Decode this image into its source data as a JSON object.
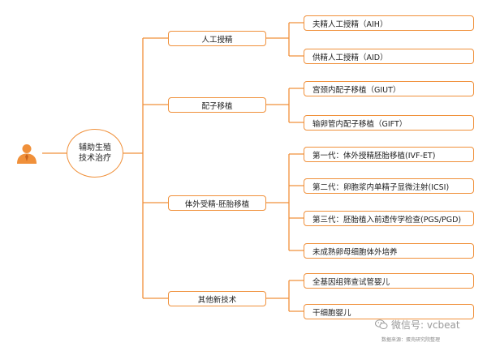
{
  "diagram": {
    "root": {
      "label": "辅助生殖技术治疗"
    },
    "branches": [
      {
        "label": "人工授精",
        "children": [
          {
            "label": "夫精人工授精（AIH）"
          },
          {
            "label": "供精人工授精（AID）"
          }
        ]
      },
      {
        "label": "配子移植",
        "children": [
          {
            "label": "宫颈内配子移植（GIUT）"
          },
          {
            "label": "输卵管内配子移植（GIFT）"
          }
        ]
      },
      {
        "label": "体外受精-胚胎移植",
        "children": [
          {
            "label": "第一代：体外授精胚胎移植(IVF-ET)"
          },
          {
            "label": "第二代：卵胞浆内单精子显微注射(ICSI)"
          },
          {
            "label": "第三代：胚胎植入前遗传学检查(PGS/PGD)"
          },
          {
            "label": "未成熟卵母细胞体外培养"
          }
        ]
      },
      {
        "label": "其他新技术",
        "children": [
          {
            "label": "全基因组筛查试管婴儿"
          },
          {
            "label": "干细胞婴儿"
          }
        ]
      }
    ],
    "line_color": "#f0903a",
    "icon": "person-icon"
  },
  "watermark": {
    "text": "微信号: vcbeat",
    "icon": "wechat-icon",
    "source": "数据来源：蛋壳研究院整理"
  }
}
